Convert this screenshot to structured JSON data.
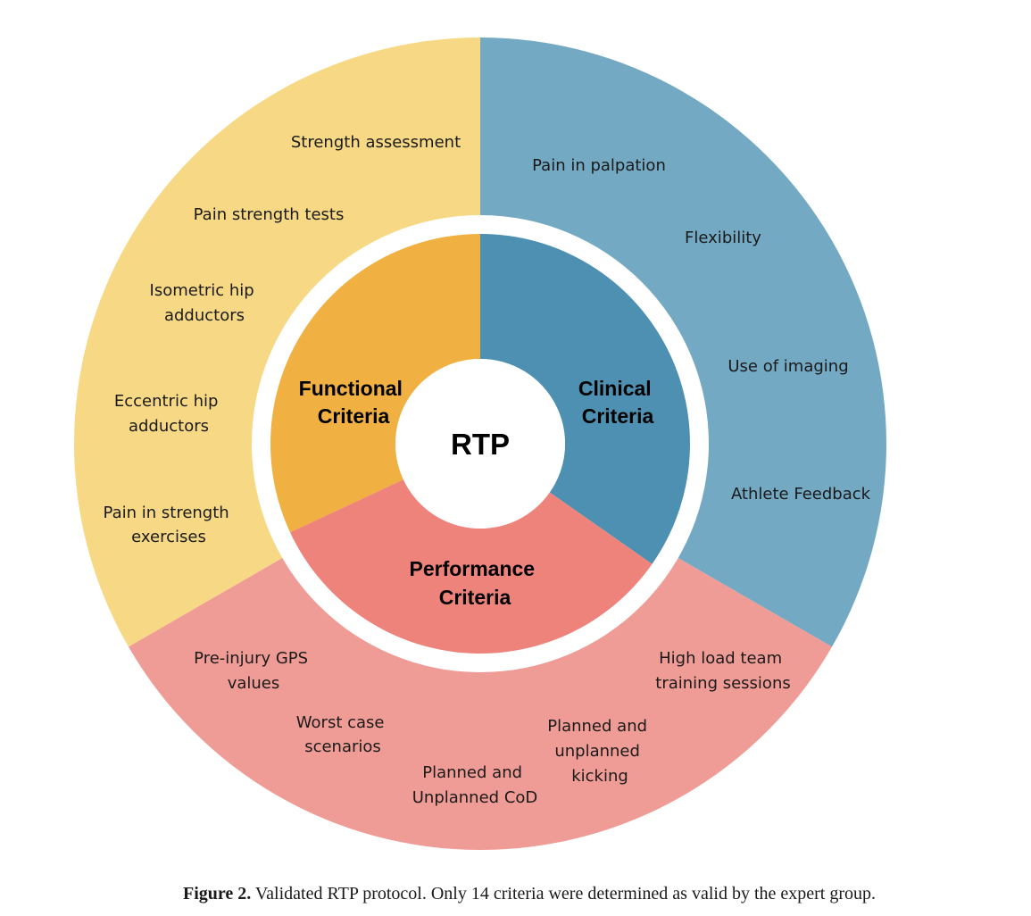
{
  "center": {
    "label": "RTP"
  },
  "colors": {
    "functional_outer": "#F7D985",
    "functional_inner": "#F0B042",
    "clinical_outer": "#74A9C3",
    "clinical_inner": "#4E90B1",
    "performance_outer": "#F09C96",
    "performance_inner": "#EE837B",
    "background": "#FFFFFF"
  },
  "sectors": [
    {
      "id": "functional",
      "label_lines": [
        "Functional",
        "Criteria"
      ],
      "criteria": [
        [
          "Strength assessment"
        ],
        [
          "Pain strength tests"
        ],
        [
          "Isometric hip",
          "adductors"
        ],
        [
          "Eccentric hip",
          "adductors"
        ],
        [
          "Pain in strength",
          "exercises"
        ]
      ]
    },
    {
      "id": "clinical",
      "label_lines": [
        "Clinical",
        "Criteria"
      ],
      "criteria": [
        [
          "Pain in palpation"
        ],
        [
          "Flexibility"
        ],
        [
          "Use of imaging"
        ],
        [
          "Athlete Feedback"
        ]
      ]
    },
    {
      "id": "performance",
      "label_lines": [
        "Performance",
        "Criteria"
      ],
      "criteria": [
        [
          "Pre-injury GPS",
          "values"
        ],
        [
          "Worst case",
          "scenarios"
        ],
        [
          "Planned and",
          "Unplanned CoD"
        ],
        [
          "Planned and",
          "unplanned",
          "kicking"
        ],
        [
          "High load team",
          "training sessions"
        ]
      ]
    }
  ],
  "caption": {
    "label": "Figure 2.",
    "text": " Validated RTP protocol. Only 14 criteria were determined as valid by the expert group."
  }
}
